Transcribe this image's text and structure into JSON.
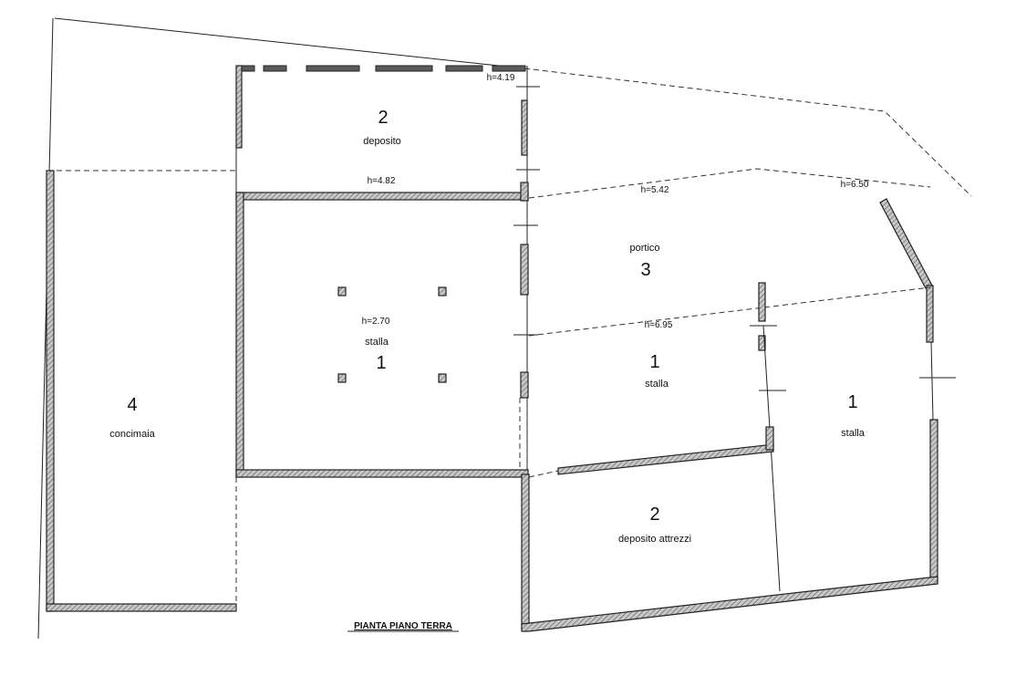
{
  "title": "PIANTA PIANO TERRA",
  "rooms": [
    {
      "id": "deposito-top",
      "number": "2",
      "name": "deposito"
    },
    {
      "id": "stalla-left",
      "number": "1",
      "name": "stalla"
    },
    {
      "id": "portico",
      "number": "3",
      "name": "portico"
    },
    {
      "id": "stalla-mid",
      "number": "1",
      "name": "stalla"
    },
    {
      "id": "stalla-right",
      "number": "1",
      "name": "stalla"
    },
    {
      "id": "deposito-attrezzi",
      "number": "2",
      "name": "deposito attrezzi"
    },
    {
      "id": "concimaia",
      "number": "4",
      "name": "concimaia"
    }
  ],
  "heights": {
    "h1": "h=4.19",
    "h2": "h=4.82",
    "h3": "h=5.42",
    "h4": "h=6.50",
    "h5": "h=2.70",
    "h6": "h=6.95"
  }
}
